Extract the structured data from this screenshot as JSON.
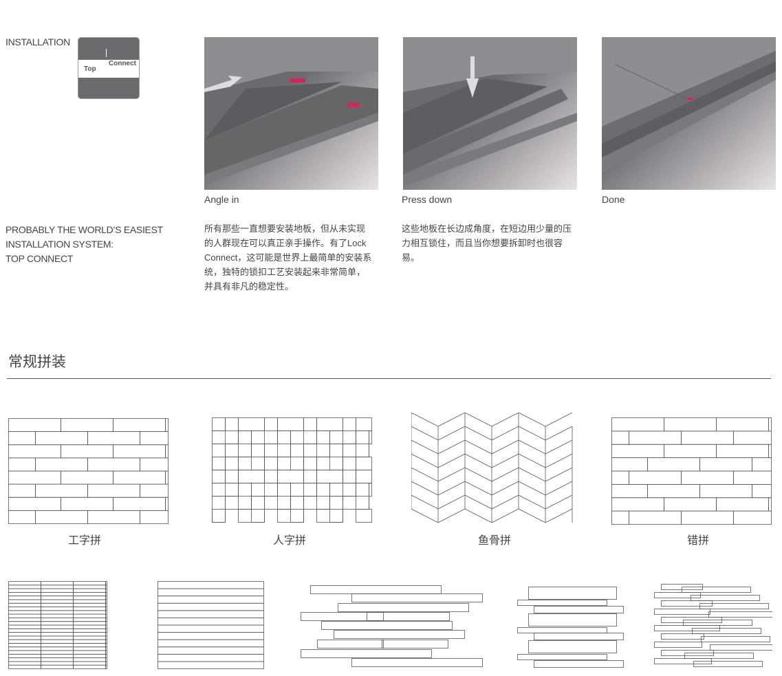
{
  "installation": {
    "heading": "INSTALLATION",
    "badge_top": "Top",
    "badge_connect": "Connect"
  },
  "steps": [
    {
      "caption": "Angle in",
      "description": "所有那些一直想要安装地板，但从未实现的人群现在可以真正亲手操作。有了Lock Connect，这可能是世界上最简单的安装系统，独特的锁扣工艺安装起来非常简单，并具有非凡的稳定性。"
    },
    {
      "caption": "Press down",
      "description": "这些地板在长边成角度，在短边用少量的压力相互锁住，而且当你想要拆卸时也很容易。"
    },
    {
      "caption": "Done"
    }
  ],
  "slogan": [
    "PROBABLY THE WORLD’S EASIEST",
    "INSTALLATION SYSTEM:",
    "TOP CONNECT"
  ],
  "section": {
    "title": "常规拼装"
  },
  "patterns": [
    "工字拼",
    "人字拼",
    "鱼骨拼",
    "错拼"
  ],
  "colors": {
    "accent": "#d6245a",
    "panel": "#6b6b6d"
  }
}
